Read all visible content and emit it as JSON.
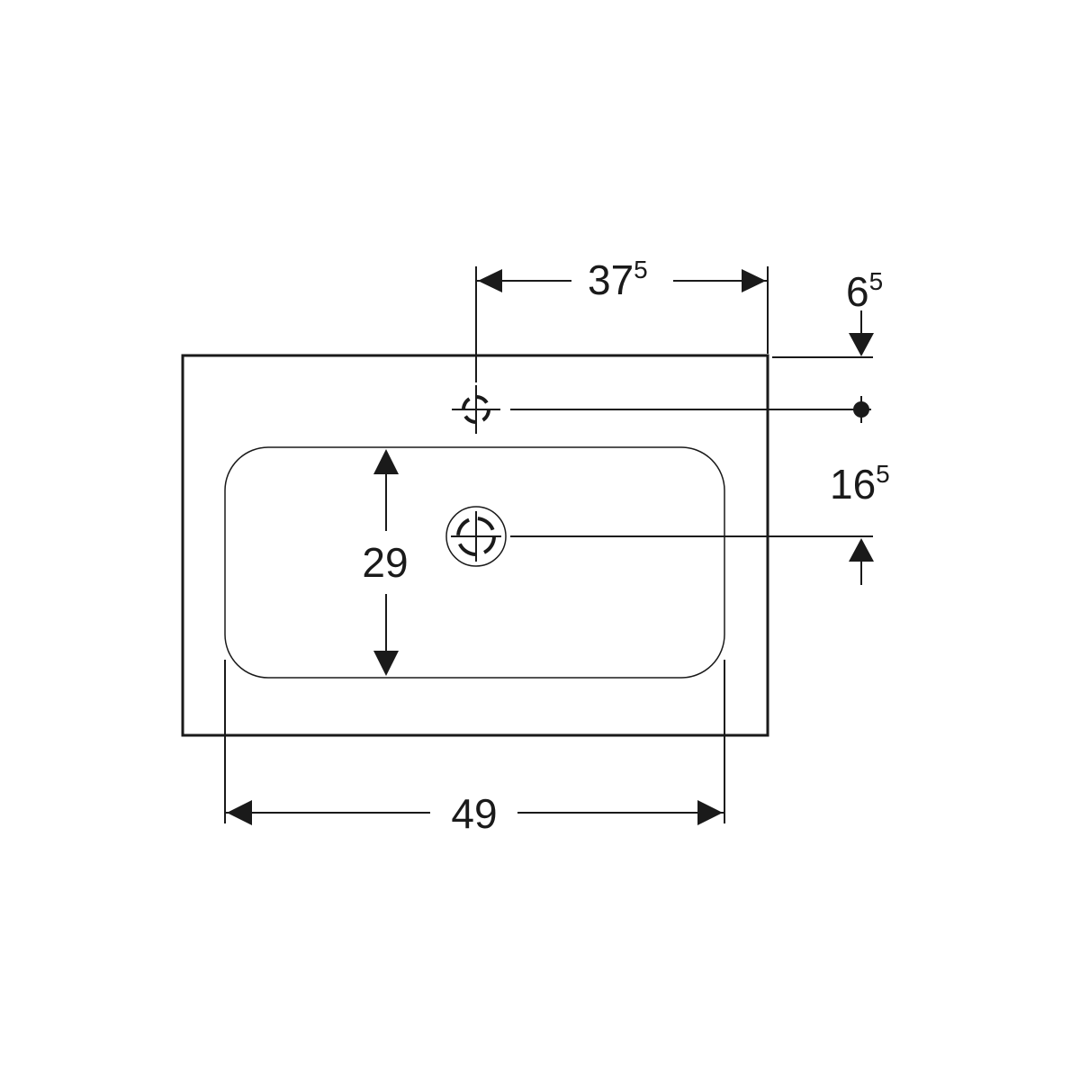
{
  "colors": {
    "line": "#1a1a1a",
    "background": "#ffffff"
  },
  "dimensions": {
    "tap_to_edge": {
      "main": "37",
      "sup": "5"
    },
    "edge_to_tap": {
      "main": "6",
      "sup": "5"
    },
    "tap_to_drain": {
      "main": "16",
      "sup": "5"
    },
    "basin_depth": {
      "main": "29"
    },
    "basin_width": {
      "main": "49"
    }
  }
}
